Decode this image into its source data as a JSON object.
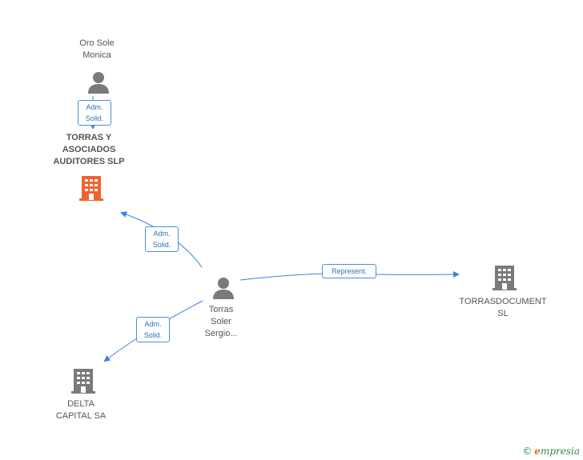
{
  "colors": {
    "edge": "#3a86d8",
    "person_icon": "#7a7a7a",
    "company_icon": "#7a7a7a",
    "company_highlight": "#f0632e"
  },
  "nodes": {
    "oro_sole_monica": {
      "label": "Oro Sole\nMonica",
      "type": "person",
      "icon": "person-icon"
    },
    "torras_asociados": {
      "label": "TORRAS Y\nASOCIADOS\nAUDITORES SLP",
      "type": "company",
      "highlight": true,
      "icon": "building-icon"
    },
    "torras_soler_sergio": {
      "label": "Torras\nSoler\nSergio...",
      "type": "person",
      "icon": "person-icon"
    },
    "torrasdocument_sl": {
      "label": "TORRASDOCUMENT\nSL",
      "type": "company",
      "icon": "building-icon"
    },
    "delta_capital": {
      "label": "DELTA\nCAPITAL SA",
      "type": "company",
      "icon": "building-icon"
    }
  },
  "edges": [
    {
      "from": "oro_sole_monica",
      "to": "torras_asociados",
      "label": "Adm.\nSolid."
    },
    {
      "from": "torras_soler_sergio",
      "to": "torras_asociados",
      "label": "Adm.\nSolid."
    },
    {
      "from": "torras_soler_sergio",
      "to": "torrasdocument_sl",
      "label": "Represent."
    },
    {
      "from": "torras_soler_sergio",
      "to": "delta_capital",
      "label": "Adm.\nSolid."
    }
  ],
  "footer": {
    "copyright_symbol": "©",
    "brand_first_letter": "e",
    "brand_rest": "mpresia"
  }
}
